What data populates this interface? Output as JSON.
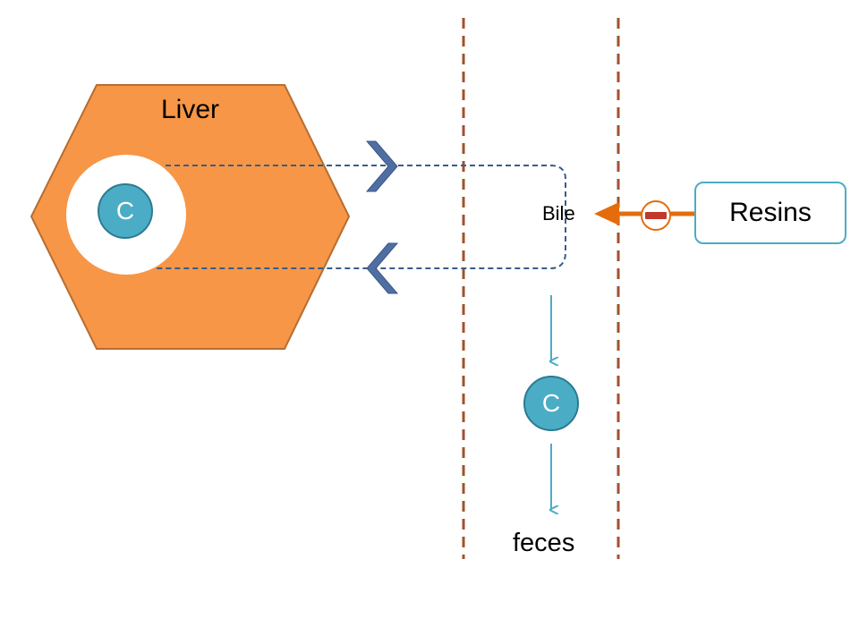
{
  "labels": {
    "liver": "Liver",
    "bile": "Bile",
    "feces": "feces",
    "resins": "Resins",
    "cholesterol_liver": "C",
    "cholesterol_free": "C"
  },
  "colors": {
    "liver_fill": "#f79646",
    "liver_border": "#b66d31",
    "cholesterol_fill": "#4bacc6",
    "cholesterol_border": "#2a7b91",
    "dashed_flow": "#385d8a",
    "chevron": "#4f6fa3",
    "membrane": "#a0522d",
    "inhibition_arrow": "#e46c0a",
    "inhibition_minus": "#c0392b",
    "resins_border": "#4bacc6",
    "excretion_arrow": "#4bacc6"
  },
  "icons": {
    "inhibition": "minus-circle-icon"
  }
}
